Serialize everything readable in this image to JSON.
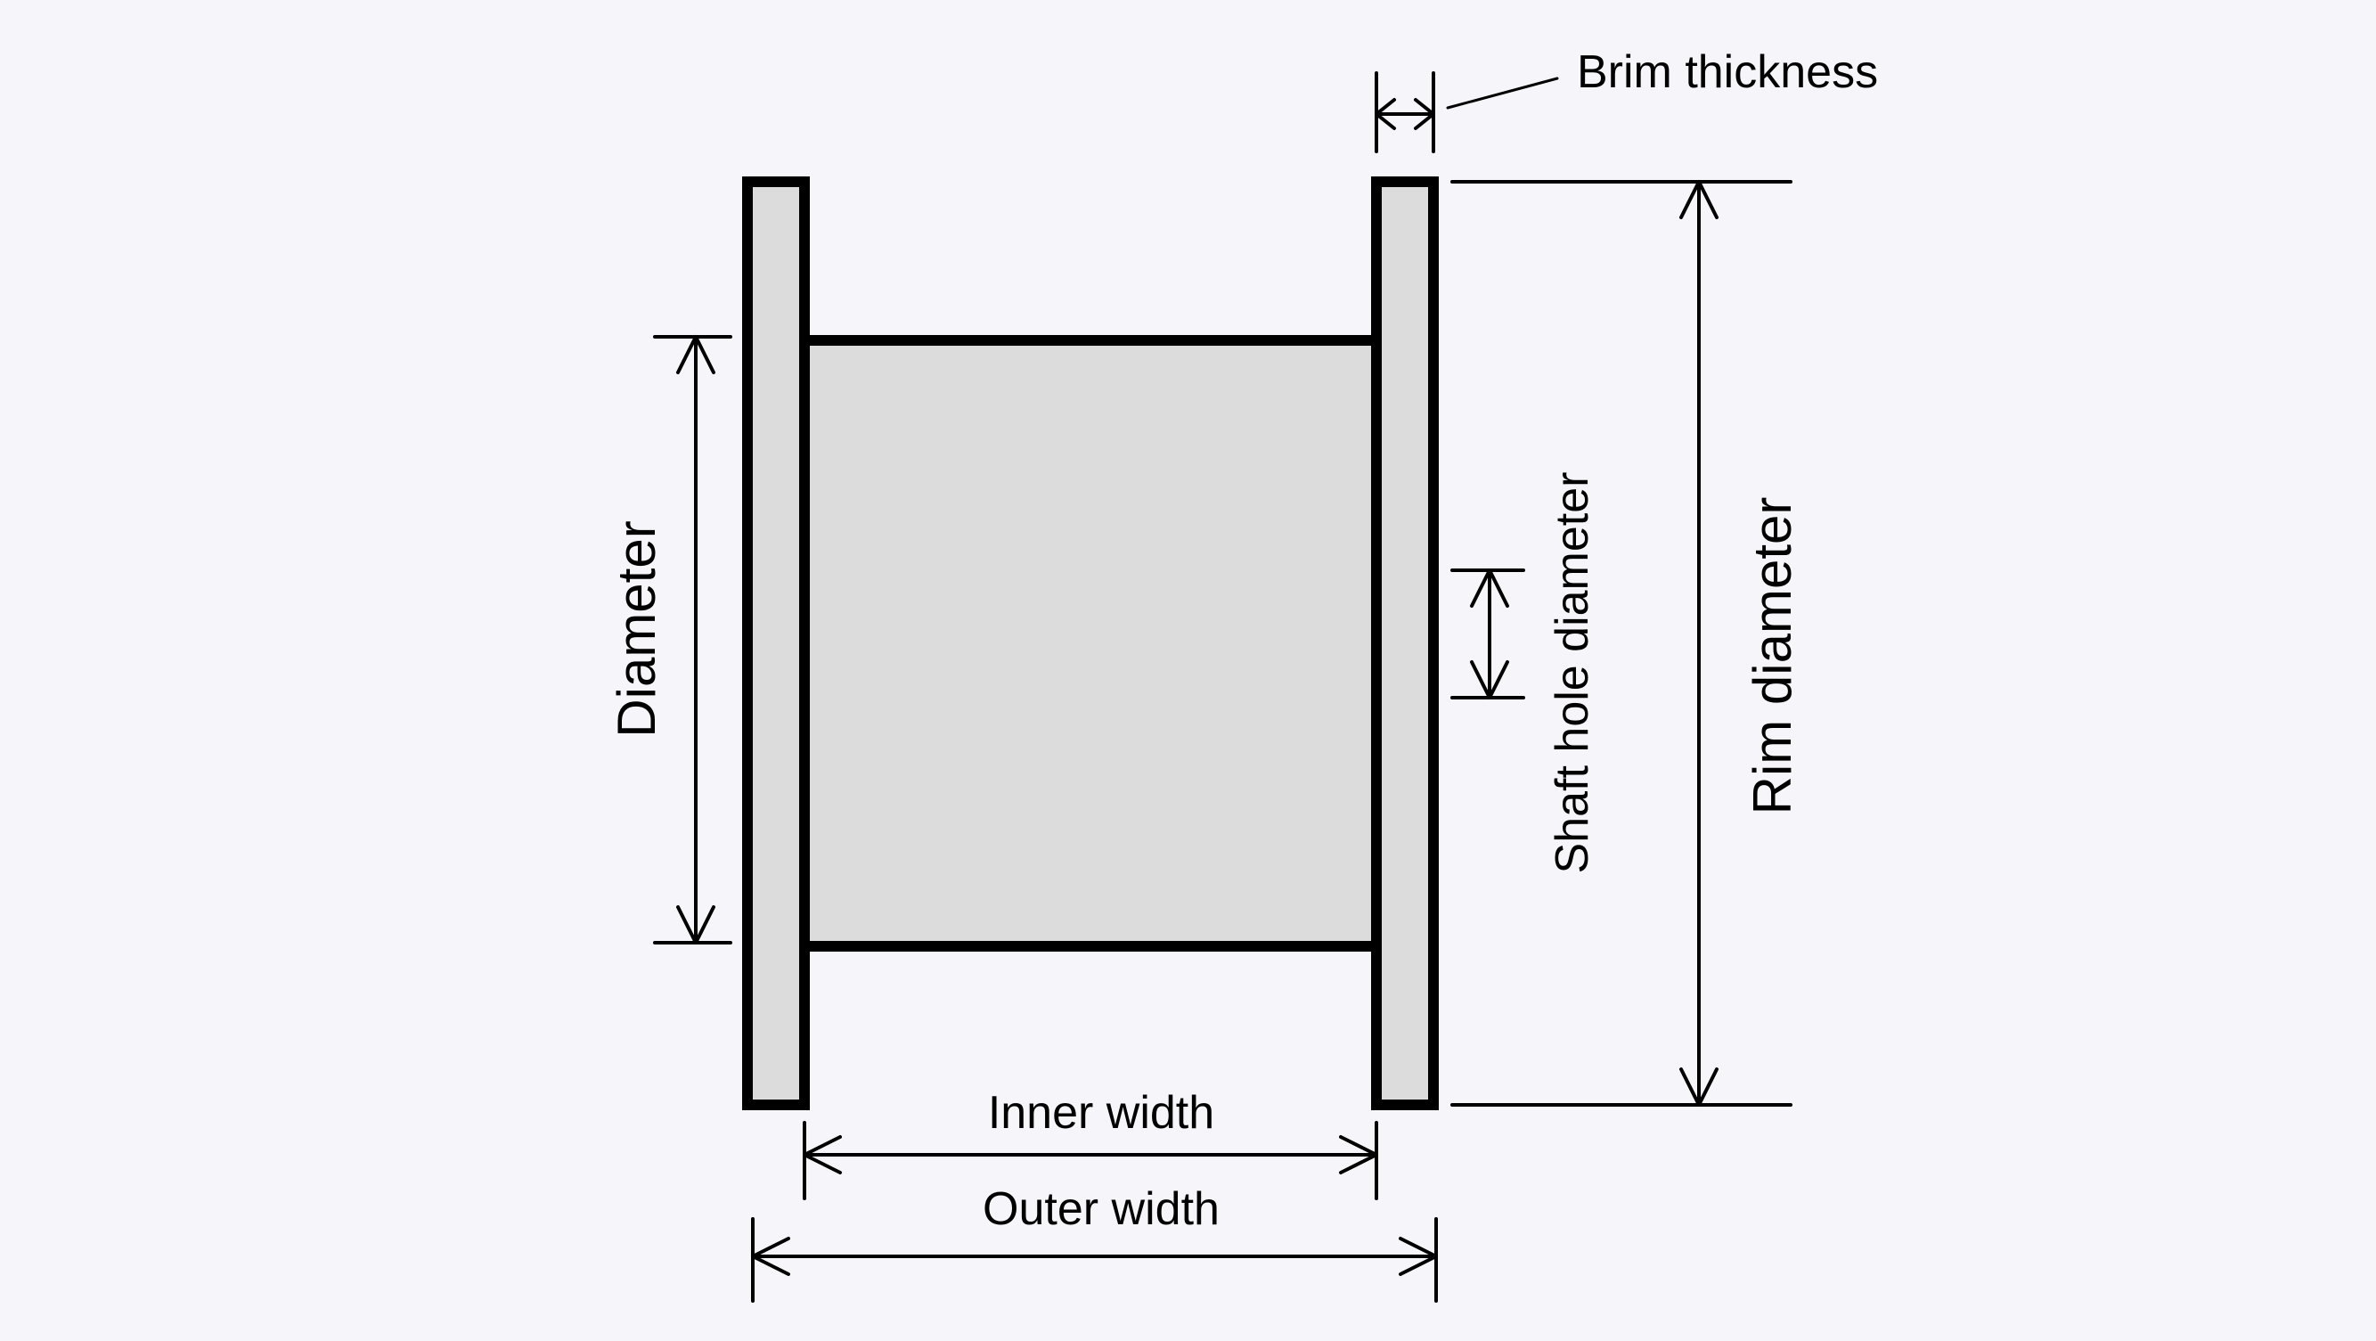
{
  "colors": {
    "background": "#f6f6fa",
    "part_fill": "#dcdcdc",
    "line": "#000000"
  },
  "labels": {
    "brim_thickness": "Brim thickness",
    "diameter": "Diameter",
    "shaft_hole_diameter": "Shaft hole diameter",
    "rim_diameter": "Rim diameter",
    "inner_width": "Inner width",
    "outer_width": "Outer width"
  }
}
